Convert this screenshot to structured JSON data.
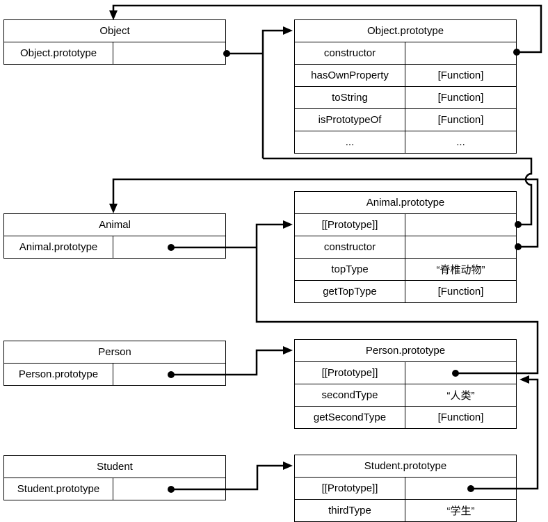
{
  "canvas": {
    "background": "#ffffff",
    "line_color": "#000000",
    "text_color": "#000000"
  },
  "boxes": {
    "object": {
      "title": "Object",
      "rows": [
        {
          "key": "Object.prototype",
          "value": ""
        }
      ]
    },
    "object_prototype": {
      "title": "Object.prototype",
      "rows": [
        {
          "key": "constructor",
          "value": ""
        },
        {
          "key": "hasOwnProperty",
          "value": "[Function]"
        },
        {
          "key": "toString",
          "value": "[Function]"
        },
        {
          "key": "isPrototypeOf",
          "value": "[Function]"
        },
        {
          "key": "...",
          "value": "..."
        }
      ]
    },
    "animal": {
      "title": "Animal",
      "rows": [
        {
          "key": "Animal.prototype",
          "value": ""
        }
      ]
    },
    "animal_prototype": {
      "title": "Animal.prototype",
      "rows": [
        {
          "key": "[[Prototype]]",
          "value": ""
        },
        {
          "key": "constructor",
          "value": ""
        },
        {
          "key": "topType",
          "value": "“脊椎动物”"
        },
        {
          "key": "getTopType",
          "value": "[Function]"
        }
      ]
    },
    "person": {
      "title": "Person",
      "rows": [
        {
          "key": "Person.prototype",
          "value": ""
        }
      ]
    },
    "person_prototype": {
      "title": "Person.prototype",
      "rows": [
        {
          "key": "[[Prototype]]",
          "value": ""
        },
        {
          "key": "secondType",
          "value": "“人类”"
        },
        {
          "key": "getSecondType",
          "value": "[Function]"
        }
      ]
    },
    "student": {
      "title": "Student",
      "rows": [
        {
          "key": "Student.prototype",
          "value": ""
        }
      ]
    },
    "student_prototype": {
      "title": "Student.prototype",
      "rows": [
        {
          "key": "[[Prototype]]",
          "value": ""
        },
        {
          "key": "thirdType",
          "value": "“学生”"
        }
      ]
    }
  },
  "edges": [
    {
      "from": "Object.prototype.constructor",
      "to": "Object"
    },
    {
      "from": "Object › Object.prototype",
      "to": "Object.prototype"
    },
    {
      "from": "Animal.prototype.[[Prototype]]",
      "to": "Object.prototype"
    },
    {
      "from": "Animal.prototype.constructor",
      "to": "Animal"
    },
    {
      "from": "Animal › Animal.prototype",
      "to": "Animal.prototype"
    },
    {
      "from": "Person.prototype.[[Prototype]]",
      "to": "Animal.prototype"
    },
    {
      "from": "Person › Person.prototype",
      "to": "Person.prototype"
    },
    {
      "from": "Student.prototype.[[Prototype]]",
      "to": "Person.prototype"
    },
    {
      "from": "Student › Student.prototype",
      "to": "Student.prototype"
    }
  ]
}
